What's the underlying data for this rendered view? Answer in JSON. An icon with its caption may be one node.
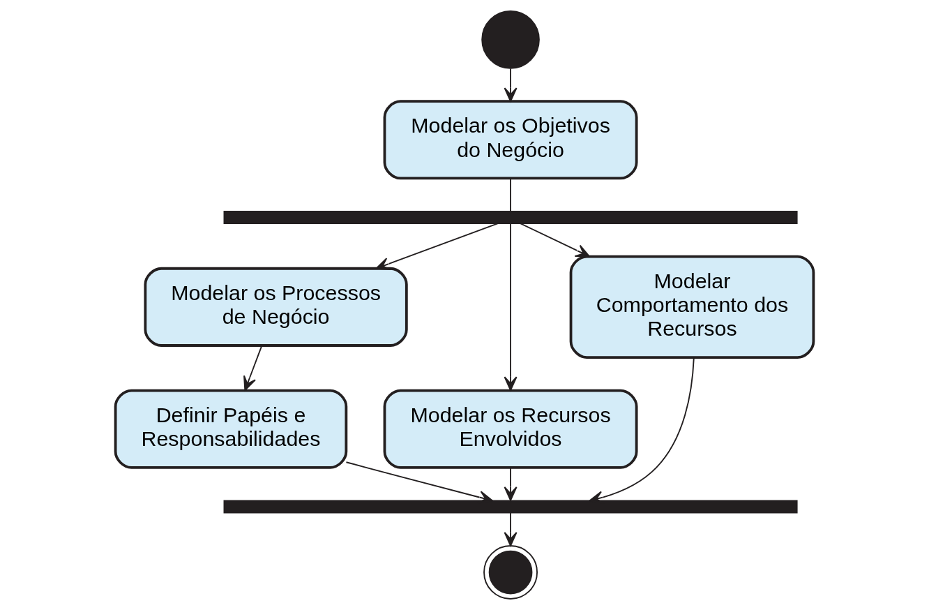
{
  "diagram": {
    "nodes": [
      {
        "text": [],
        "shape": "circle"
      },
      {
        "text": [
          "Modelar os Objetivos do Negócio"
        ]
      },
      {
        "text": [],
        "shape": "bar"
      },
      {
        "text": [
          "Modelar os Processos de Negócio"
        ]
      },
      {
        "text": [
          "Modelar os Recursos Envolvidos"
        ]
      },
      {
        "text": [
          "Modelar Comportamento dos Recursos"
        ]
      },
      {
        "text": [
          "Definir Papéis e Responsabilidades"
        ]
      },
      {
        "text": [],
        "shape": "bar"
      },
      {
        "text": [],
        "shape": "bullseye"
      }
    ],
    "edges": [
      {
        "from": 0,
        "to": 1,
        "arrow": "to"
      },
      {
        "from": 1,
        "to": 2,
        "arrow": "none"
      },
      {
        "from": 2,
        "to": 3,
        "arrow": "to"
      },
      {
        "from": 2,
        "to": 4,
        "arrow": "to"
      },
      {
        "from": 2,
        "to": 5,
        "arrow": "to"
      },
      {
        "from": 3,
        "to": 6,
        "arrow": "to"
      },
      {
        "from": 6,
        "to": 7,
        "arrow": "to"
      },
      {
        "from": 4,
        "to": 7,
        "arrow": "to"
      },
      {
        "from": 5,
        "to": 7,
        "arrow": "to"
      },
      {
        "from": 7,
        "to": 8,
        "arrow": "to"
      }
    ]
  }
}
